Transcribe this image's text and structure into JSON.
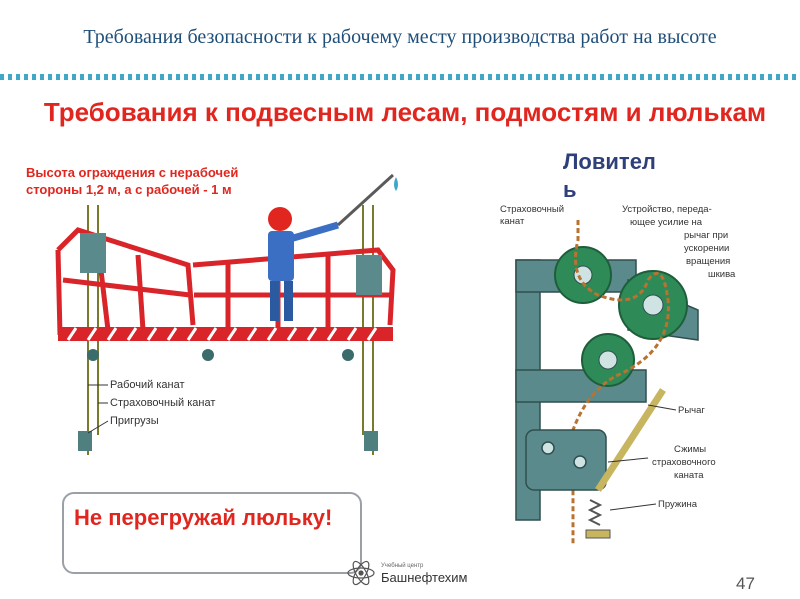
{
  "slide": {
    "header_title": "Требования безопасности к рабочему месту производства работ на высоте",
    "main_heading": "Требования к подвесным лесам, подмостям и люлькам",
    "catcher_title": "Ловитель",
    "page_number": "47"
  },
  "cradle": {
    "fence_note_line1": "Высота ограждения с нерабочей",
    "fence_note_line2": "стороны 1,2 м,   а с рабочей - 1 м",
    "labels": [
      "Рабочий канат",
      "Страховочный канат",
      "Пригрузы"
    ]
  },
  "catcher": {
    "safety_rope_label_line1": "Страховочный",
    "safety_rope_label_line2": "канат",
    "device_label_lines": [
      "Устройство, переда-",
      "ющее усилие на",
      "рычаг при",
      "ускорении",
      "вращения",
      "шкива"
    ],
    "lever_label": "Рычаг",
    "clamps_label_lines": [
      "Сжимы",
      "страховочного",
      "каната"
    ],
    "spring_label": "Пружина"
  },
  "warning": {
    "text": "Не перегружай люльку!"
  },
  "logo": {
    "caption": "Учебный центр",
    "name": "Башнефтехим"
  },
  "colors": {
    "header_blue": "#1f4e79",
    "heading_red": "#e0261f",
    "frame_red": "#d9252a",
    "machine_teal": "#5a8a8c",
    "pulley_green": "#2e8b57"
  }
}
